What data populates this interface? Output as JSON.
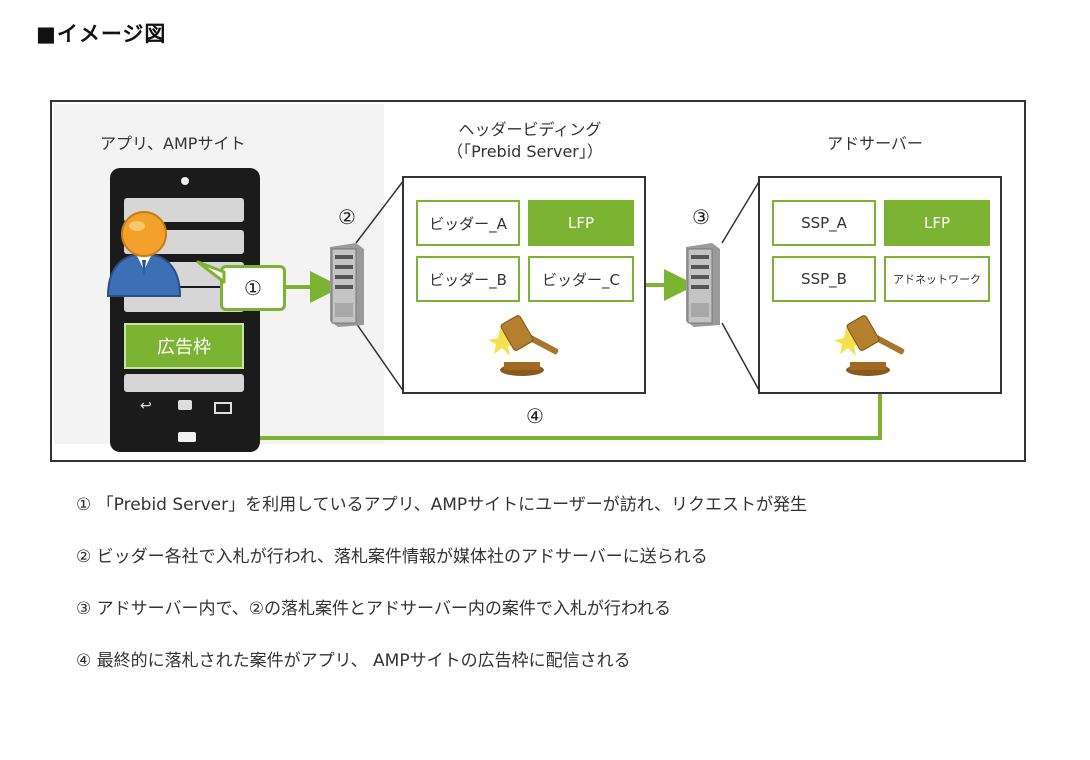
{
  "heading": "■イメージ図",
  "labels": {
    "app_site": "アプリ、AMPサイト",
    "header_bidding_line1": "ヘッダービディング",
    "header_bidding_line2": "（「Prebid Server」）",
    "ad_server": "アドサーバー"
  },
  "phone": {
    "ad_slot": "広告枠"
  },
  "header_bidding_box": {
    "cells": [
      "ビッダー_A",
      "LFP",
      "ビッダー_B",
      "ビッダー_C"
    ]
  },
  "ad_server_box": {
    "cells": [
      "SSP_A",
      "LFP",
      "SSP_B",
      "アドネットワーク"
    ]
  },
  "steps": [
    "①",
    "②",
    "③",
    "④"
  ],
  "notes": [
    "① 「Prebid Server」を利用しているアプリ、AMPサイトにユーザーが訪れ、リクエストが発生",
    "② ビッダー各社で入札が行われ、落札案件情報が媒体社のアドサーバーに送られる",
    "③ アドサーバー内で、②の落札案件とアドサーバー内の案件で入札が行われる",
    "④ 最終的に落札された案件がアプリ、 AMPサイトの広告枠に配信される"
  ],
  "colors": {
    "accent_green": "#7cb332",
    "frame": "#333333",
    "phone": "#1b1b1b"
  }
}
